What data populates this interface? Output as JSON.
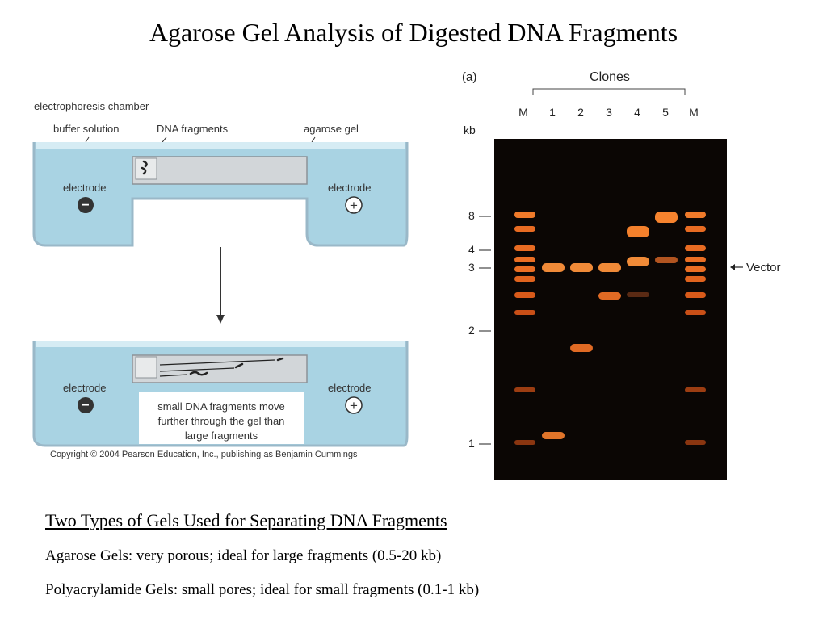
{
  "title": "Agarose Gel Analysis of Digested DNA Fragments",
  "chamber_diagram": {
    "chamber_label": "electrophoresis chamber",
    "buffer_label": "buffer solution",
    "dna_label": "DNA fragments",
    "gel_label": "agarose gel",
    "electrode_left": "electrode",
    "electrode_right": "electrode",
    "minus_sign": "−",
    "plus_sign": "+",
    "note_line1": "small DNA fragments move",
    "note_line2": "further through the gel than",
    "note_line3": "large fragments",
    "copyright": "Copyright © 2004 Pearson Education, Inc., publishing as Benjamin Cummings"
  },
  "gel_photo": {
    "panel_label": "(a)",
    "clones_label": "Clones",
    "lanes": [
      "M",
      "1",
      "2",
      "3",
      "4",
      "5",
      "M"
    ],
    "kb_label": "kb",
    "ticks": [
      "8",
      "4",
      "3",
      "2",
      "1"
    ],
    "vector_label": "Vector"
  },
  "captions": {
    "heading": "Two Types of Gels Used for Separating DNA Fragments",
    "line1": "Agarose Gels: very porous; ideal for large fragments (0.5-20 kb)",
    "line2": "Polyacrylamide Gels: small pores; ideal for small fragments (0.1-1 kb)"
  }
}
